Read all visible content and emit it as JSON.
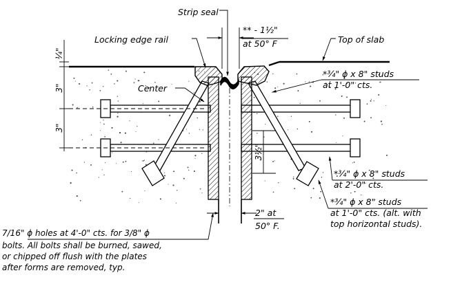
{
  "labels": {
    "strip_seal": "Strip seal",
    "gap_dim_line1": "** - 1½\"",
    "gap_dim_line2": "at 50° F",
    "locking_edge_rail": "Locking edge rail",
    "top_of_slab": "Top of slab",
    "center": "Center",
    "studs_top_line1": "*¾\" ϕ x 8\" studs",
    "studs_top_line2": "at 1'-0\" cts.",
    "studs_mid_line1": "*¾\" ϕ x 8\" studs",
    "studs_mid_line2": "at 2'-0\" cts.",
    "studs_low_line1": "*¾\" ϕ x 8\" studs",
    "studs_low_line2": "at 1'-0\" cts. (alt. with",
    "studs_low_line3": "top horizontal studs).",
    "opening_line1": "2\" at",
    "opening_line2": "50° F.",
    "holes_note_line1": "7/16\" ϕ holes at 4'-0\" cts. for 3/8\" ϕ",
    "holes_note_line2": "bolts. All bolts shall be burned, sawed,",
    "holes_note_line3": "or chipped off flush with the plates",
    "holes_note_line4": "after forms are removed, typ."
  },
  "dimensions": {
    "top_offset": "¼\"",
    "upper_spacing": "3\"",
    "lower_spacing": "3\"",
    "plate_spacing": "3½\""
  }
}
